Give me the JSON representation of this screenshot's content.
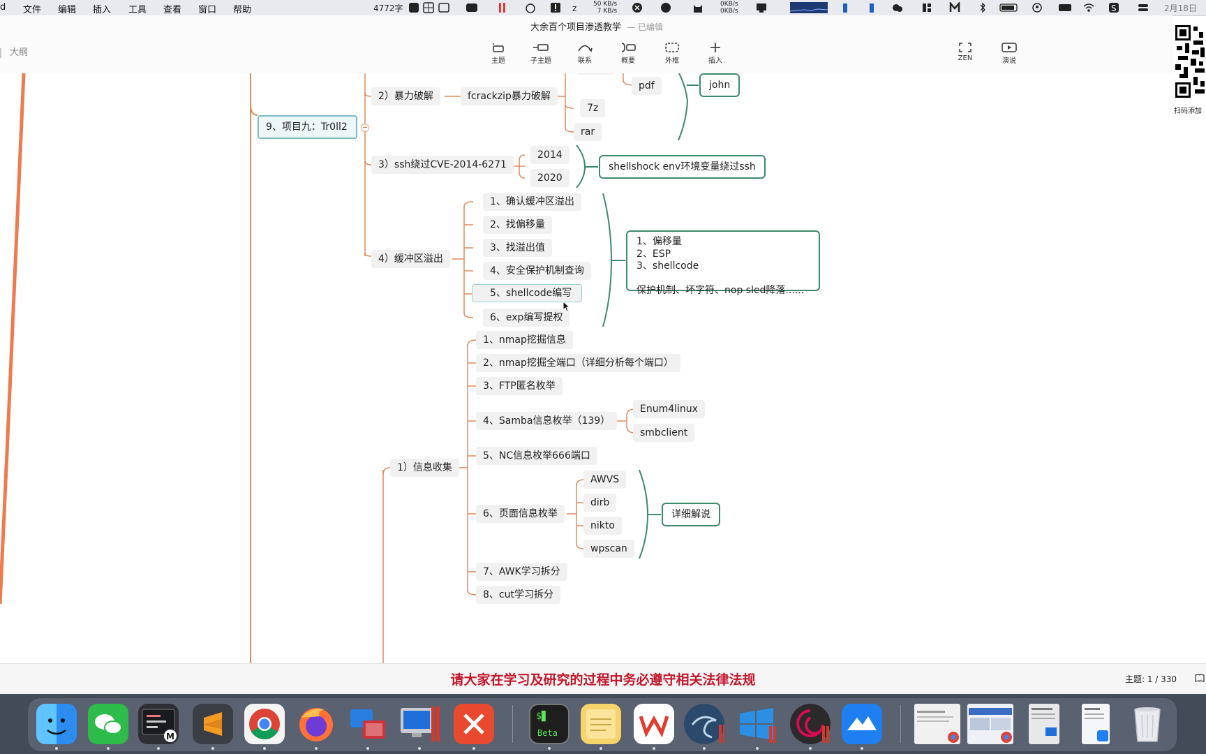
{
  "menubar": {
    "items": [
      {
        "label": "d"
      },
      {
        "label": "文件"
      },
      {
        "label": "编辑"
      },
      {
        "label": "插入"
      },
      {
        "label": "工具"
      },
      {
        "label": "查看"
      },
      {
        "label": "窗口"
      },
      {
        "label": "帮助"
      }
    ],
    "word_count": "4772字",
    "net_up": "50 KB/s",
    "net_down": "7 KB/s",
    "disk_a": "0KB/s",
    "disk_b": "0KB/s",
    "date": "2月18日"
  },
  "document": {
    "title": "大余百个项目渗透教学",
    "status": "— 已编辑"
  },
  "outline_label": "大纲",
  "toolbar": {
    "topic": "主题",
    "subtopic": "子主题",
    "relationship": "联系",
    "summary": "概要",
    "boundary": "外框",
    "insert": "插入",
    "zen": "ZEN",
    "present": "演说"
  },
  "qr_caption": "扫码添加",
  "mindmap": {
    "main_topic": "9、项目九：Tr0ll2",
    "top_partial": [
      "pdf",
      "7z",
      "rar"
    ],
    "john": "john",
    "brute": {
      "label": "2）暴力破解",
      "child": "fcrackzip暴力破解"
    },
    "ssh": {
      "label": "3）ssh绕过CVE-2014-6271",
      "years": [
        "2014",
        "2020"
      ],
      "summary": "shellshock  env环境变量绕过ssh"
    },
    "overflow": {
      "label": "4）缓冲区溢出",
      "steps": [
        "1、确认缓冲区溢出",
        "2、找偏移量",
        "3、找溢出值",
        "4、安全保护机制查询",
        "5、shellcode编写",
        "6、exp编写提权"
      ],
      "summary_lines": [
        "1、偏移量",
        "2、ESP",
        "3、shellcode",
        "",
        "保护机制、坏字符、nop sled降落......"
      ]
    },
    "info": {
      "label": "1）信息收集",
      "items": [
        "1、nmap挖掘信息",
        "2、nmap挖掘全端口（详细分析每个端口）",
        "3、FTP匿名枚举",
        "4、Samba信息枚举（139）",
        "5、NC信息枚举666端口",
        "6、页面信息枚举",
        "7、AWK学习拆分",
        "8、cut学习拆分"
      ],
      "samba_tools": [
        "Enum4linux",
        "smbclient"
      ],
      "web_tools": [
        "AWVS",
        "dirb",
        "nikto",
        "wpscan"
      ],
      "web_summary": "详细解说"
    }
  },
  "notice": "请大家在学习及研究的过程中务必遵守相关法律法规",
  "topic_count": "主题: 1 / 330",
  "colors": {
    "branch": "#e07a40",
    "summary_bracket": "#3d8a6b",
    "notice": "#c4162a",
    "main_border": "#7bbcc5"
  },
  "dock": [
    {
      "icon": "finder-icon"
    },
    {
      "icon": "wechat-icon"
    },
    {
      "icon": "activity-monitor-icon"
    },
    {
      "icon": "sublime-text-icon"
    },
    {
      "icon": "chrome-icon"
    },
    {
      "icon": "firefox-icon"
    },
    {
      "icon": "remote-desktop-icon"
    },
    {
      "icon": "parallels-windows-icon"
    },
    {
      "icon": "xmind-icon"
    },
    {
      "icon": "terminal-beta-icon"
    },
    {
      "icon": "notes-icon"
    },
    {
      "icon": "wps-icon"
    },
    {
      "icon": "kali-icon"
    },
    {
      "icon": "windows-icon"
    },
    {
      "icon": "debian-icon"
    },
    {
      "icon": "lark-icon"
    },
    {
      "icon": "window-preview-icon"
    },
    {
      "icon": "window-preview-icon"
    },
    {
      "icon": "window-preview-icon"
    },
    {
      "icon": "window-preview-icon"
    },
    {
      "icon": "trash-icon"
    }
  ]
}
